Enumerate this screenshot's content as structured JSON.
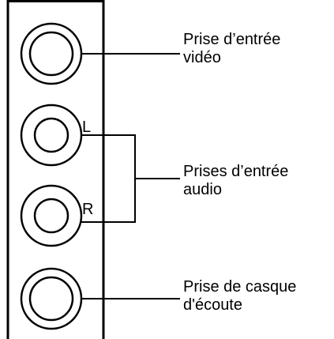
{
  "callouts": {
    "video_input": {
      "line1": "Prise d’entrée",
      "line2": "vidéo"
    },
    "audio_input": {
      "line1": "Prises d’entrée",
      "line2": "audio"
    },
    "headphone": {
      "line1": "Prise de casque",
      "line2": "d'écoute"
    }
  },
  "jack_labels": {
    "left": "L",
    "right": "R"
  },
  "icons": [
    "video-jack-icon",
    "audio-left-jack-icon",
    "audio-right-jack-icon",
    "headphone-jack-icon"
  ],
  "colors": {
    "stroke": "#000000",
    "background": "#ffffff"
  }
}
